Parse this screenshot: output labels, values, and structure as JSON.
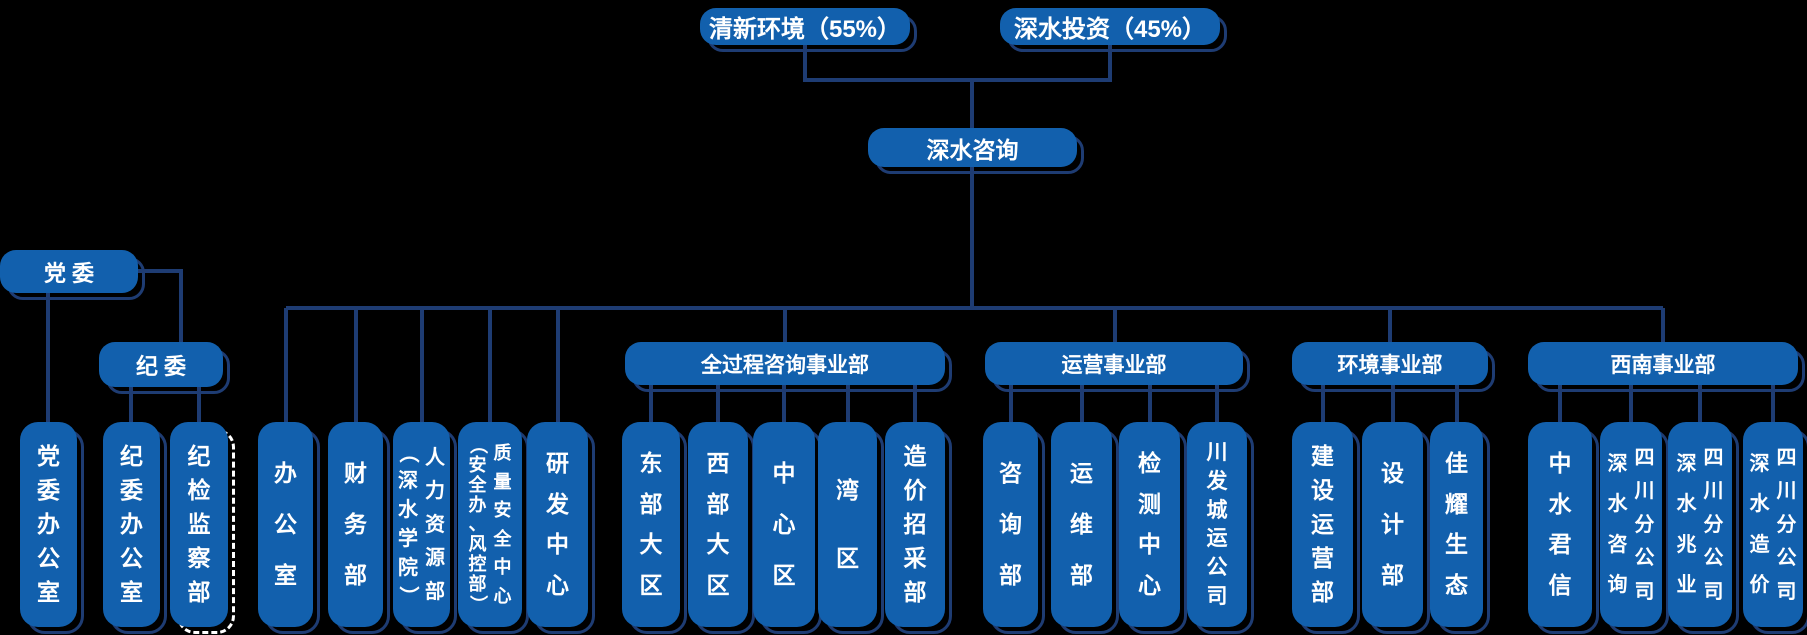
{
  "colors": {
    "background": "#000000",
    "box_fill": "#1260ad",
    "line": "#1e3c73",
    "text": "#ffffff",
    "highlight_outline": "#ffffff"
  },
  "shareholders": [
    {
      "id": "qingxin",
      "label": "清新环境（55%）"
    },
    {
      "id": "touzi",
      "label": "深水投资（45%）"
    }
  ],
  "root": {
    "id": "zixun",
    "label": "深水咨询"
  },
  "party": [
    {
      "id": "dangwei",
      "label": "党 委"
    },
    {
      "id": "jiwei",
      "label": "纪 委"
    }
  ],
  "departments": [
    {
      "id": "qgc",
      "label": "全过程咨询事业部"
    },
    {
      "id": "yunying",
      "label": "运营事业部"
    },
    {
      "id": "huanjing",
      "label": "环境事业部"
    },
    {
      "id": "xinan",
      "label": "西南事业部"
    }
  ],
  "leaves": [
    {
      "id": "dwbgs",
      "label": "党委办公室",
      "cols": [
        "党委办公室"
      ]
    },
    {
      "id": "jwbgs",
      "label": "纪委办公室",
      "cols": [
        "纪委办公室"
      ]
    },
    {
      "id": "jjjcb",
      "label": "纪检监察部",
      "cols": [
        "纪检监察部"
      ],
      "style": "white-dashed"
    },
    {
      "id": "bgs",
      "label": "办公室",
      "cols": [
        "办公室"
      ]
    },
    {
      "id": "cwb",
      "label": "财务部",
      "cols": [
        "财务部"
      ]
    },
    {
      "id": "rlzy",
      "label": "人力资源部（深水学院）",
      "cols": [
        "人力资源部",
        "（深水学院）"
      ]
    },
    {
      "id": "zlaq",
      "label": "质量安全中心（安全办、风控部）",
      "cols": [
        "质量安全中心",
        "（安全办、风控部）"
      ]
    },
    {
      "id": "yfzx",
      "label": "研发中心",
      "cols": [
        "研发中心"
      ]
    },
    {
      "id": "dbdq",
      "label": "东部大区",
      "cols": [
        "东部大区"
      ]
    },
    {
      "id": "xbdq",
      "label": "西部大区",
      "cols": [
        "西部大区"
      ]
    },
    {
      "id": "zxq",
      "label": "中心区",
      "cols": [
        "中心区"
      ]
    },
    {
      "id": "wq",
      "label": "湾区",
      "cols": [
        "湾区"
      ]
    },
    {
      "id": "zjzc",
      "label": "造价招采部",
      "cols": [
        "造价招采部"
      ]
    },
    {
      "id": "zxb",
      "label": "咨询部",
      "cols": [
        "咨询部"
      ]
    },
    {
      "id": "ywb",
      "label": "运维部",
      "cols": [
        "运维部"
      ]
    },
    {
      "id": "jczx",
      "label": "检测中心",
      "cols": [
        "检测中心"
      ]
    },
    {
      "id": "cfcy",
      "label": "川发城运公司",
      "cols": [
        "川发城运公司"
      ]
    },
    {
      "id": "jsyy",
      "label": "建设运营部",
      "cols": [
        "建设运营部"
      ]
    },
    {
      "id": "sjb",
      "label": "设计部",
      "cols": [
        "设计部"
      ]
    },
    {
      "id": "jyst",
      "label": "佳耀生态",
      "cols": [
        "佳耀生态"
      ]
    },
    {
      "id": "zsjx",
      "label": "中水君信",
      "cols": [
        "中水君信"
      ]
    },
    {
      "id": "sczx",
      "label": "四川分公司深水咨询",
      "cols": [
        "四川分公司",
        "深水咨询"
      ]
    },
    {
      "id": "sczy",
      "label": "四川分公司深水兆业",
      "cols": [
        "四川分公司",
        "深水兆业"
      ]
    },
    {
      "id": "sczj",
      "label": "四川分公司深水造价",
      "cols": [
        "四川分公司",
        "深水造价"
      ]
    }
  ]
}
